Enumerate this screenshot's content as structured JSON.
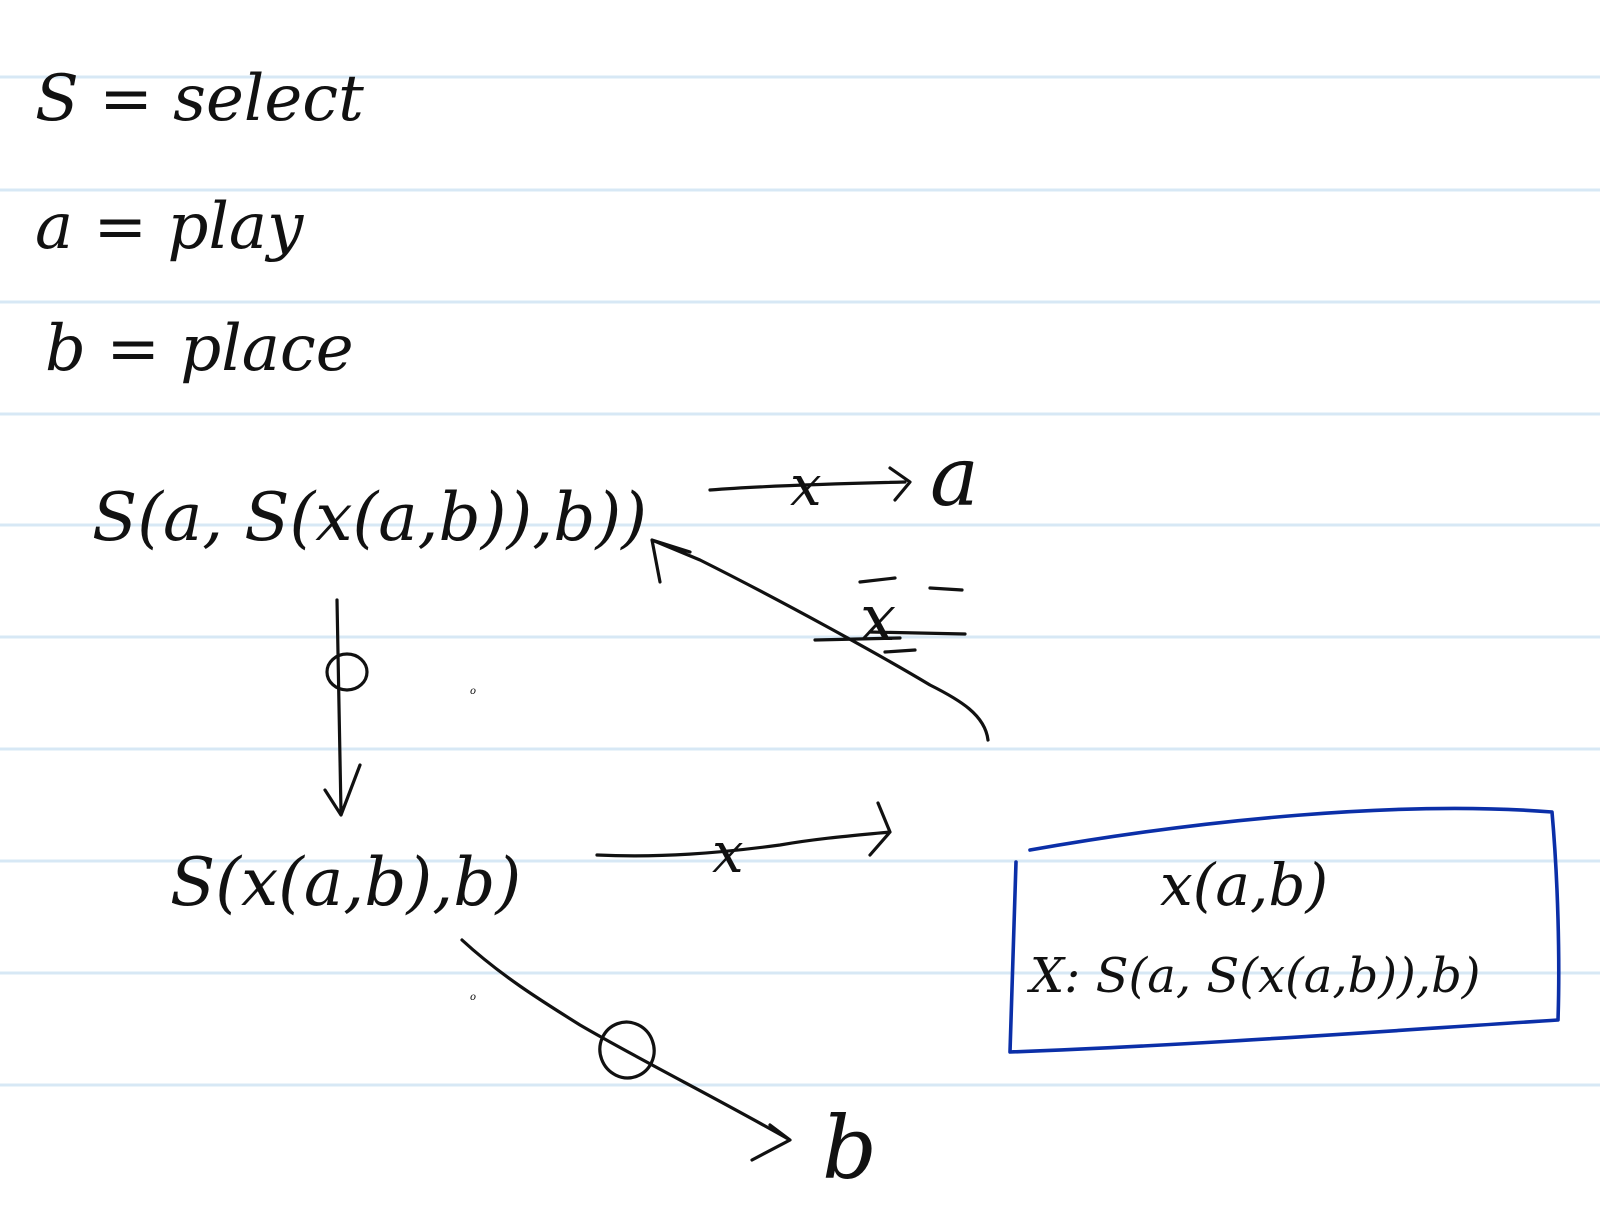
{
  "legend": {
    "s_line": "S = select",
    "a_line": "a = play",
    "b_line": "b = place"
  },
  "top_expression": "S(a, S(x(a,b)),b))",
  "top_target": "a",
  "top_arrow_mark": "x",
  "middle_expression": "S(x(a,b),b)",
  "middle_arrow_mark": "x",
  "down_arrow_mark": "o",
  "bottom_arrow_mark": "o",
  "bottom_target": "b",
  "cross_mark": "x",
  "box": {
    "line1": "x(a,b)",
    "line2": "X: S(a, S(x(a,b)),b)"
  },
  "colors": {
    "ink": "#111111",
    "box_ink": "#0b2fa8",
    "rule_lines": "#d7e8f5"
  }
}
